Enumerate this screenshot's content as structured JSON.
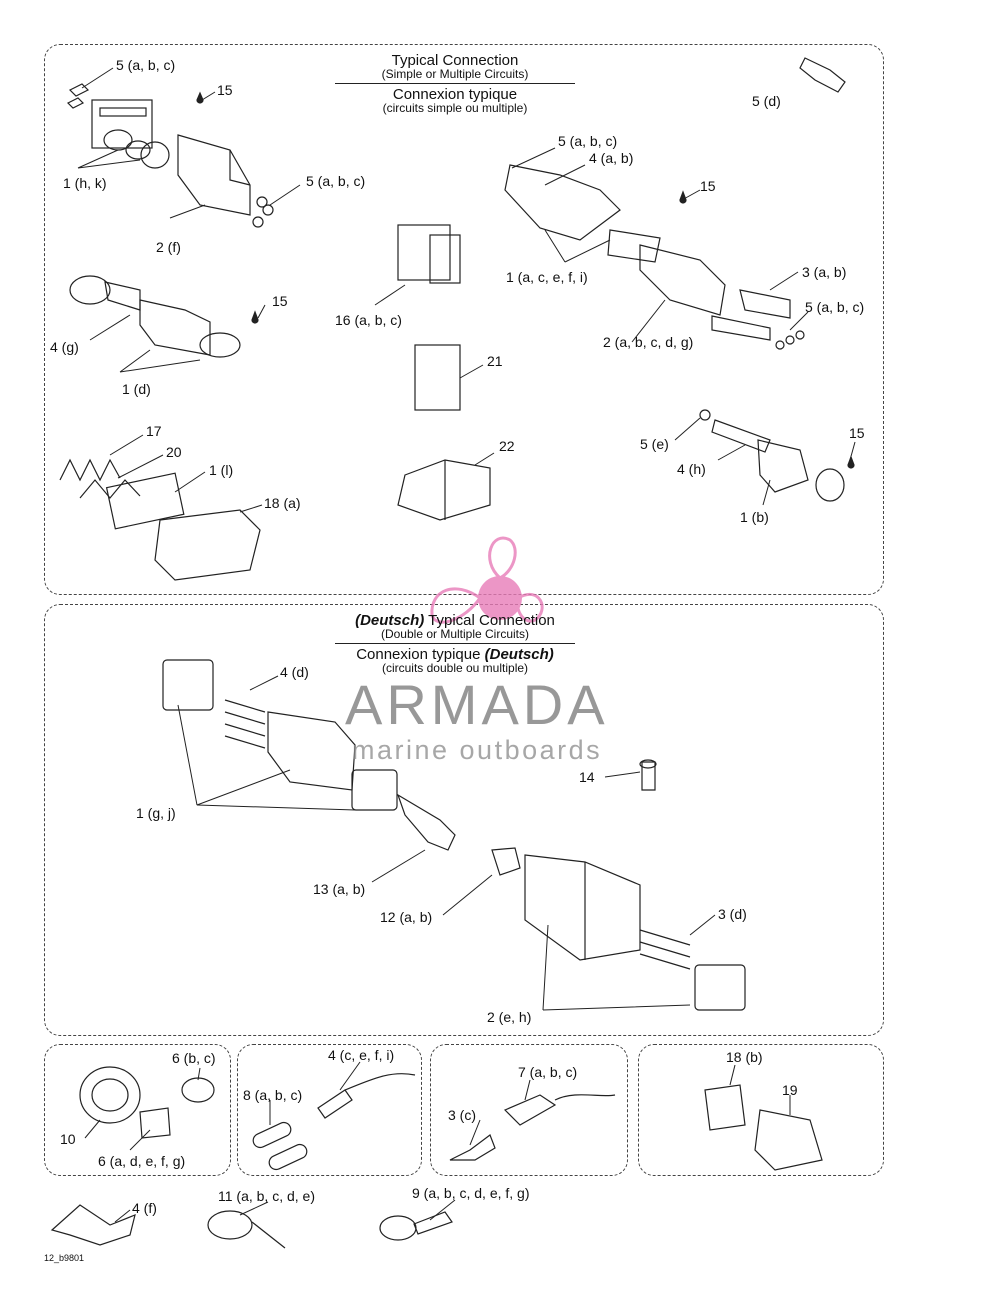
{
  "panels": {
    "top": {
      "title_en": "Typical Connection",
      "subtitle_en": "(Simple or Multiple Circuits)",
      "title_fr": "Connexion typique",
      "subtitle_fr": "(circuits simple ou multiple)"
    },
    "deutsch": {
      "title_en_italic": "(Deutsch)",
      "title_en": " Typical Connection",
      "subtitle_en": "(Double or Multiple Circuits)",
      "title_fr": "Connexion typique ",
      "title_fr_italic": "(Deutsch)",
      "subtitle_fr": "(circuits double ou multiple)"
    }
  },
  "labels": {
    "top": [
      "5 (a, b, c)",
      "15",
      "1 (h, k)",
      "5 (a, b, c)",
      "2 (f)",
      "4 (g)",
      "15",
      "1 (d)",
      "17",
      "20",
      "1 (l)",
      "18 (a)",
      "16 (a, b, c)",
      "21",
      "22",
      "5 (d)",
      "5 (a, b, c)",
      "4 (a, b)",
      "15",
      "1 (a, c, e, f, i)",
      "3 (a, b)",
      "5 (a, b, c)",
      "2 (a, b, c, d, g)",
      "5 (e)",
      "15",
      "4 (h)",
      "1 (b)"
    ],
    "deutsch": [
      "4 (d)",
      "1 (g, j)",
      "14",
      "13 (a, b)",
      "12 (a, b)",
      "3 (d)",
      "2 (e, h)"
    ],
    "bottom": [
      "6 (b, c)",
      "10",
      "6 (a, d, e, f, g)",
      "4 (c, e, f, i)",
      "8 (a, b, c)",
      "7 (a, b, c)",
      "3 (c)",
      "18 (b)",
      "19",
      "4 (f)",
      "11 (a, b, c, d, e)",
      "9 (a, b, c, d, e, f, g)"
    ]
  },
  "drawing_code": "12_b9801",
  "watermark": {
    "name": "ARMADA",
    "tagline": "marine outboards",
    "accent_color": "#e87cb8",
    "text_color": "#767676"
  }
}
